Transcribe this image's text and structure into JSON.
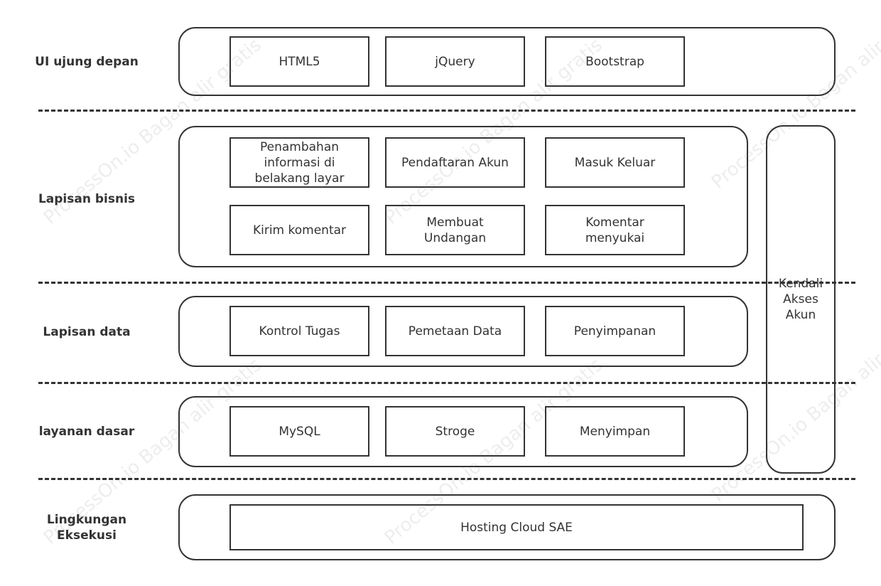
{
  "layers": {
    "ui": "UI ujung depan",
    "business": "Lapisan bisnis",
    "data": "Lapisan data",
    "base": "layanan dasar",
    "runtime": "Lingkungan\nEksekusi"
  },
  "ui_layer": {
    "html5": "HTML5",
    "jquery": "jQuery",
    "bootstrap": "Bootstrap"
  },
  "business_layer": {
    "backend_info": "Penambahan\ninformasi di\nbelakang layar",
    "registration": "Pendaftaran Akun",
    "login_logout": "Masuk Keluar",
    "send_comment": "Kirim komentar",
    "create_invite": "Membuat\nUndangan",
    "like_comment": "Komentar\nmenyukai"
  },
  "data_layer": {
    "task_control": "Kontrol Tugas",
    "data_mapping": "Pemetaan Data",
    "storage": "Penyimpanan"
  },
  "base_layer": {
    "mysql": "MySQL",
    "stroge": "Stroge",
    "save": "Menyimpan"
  },
  "runtime_layer": {
    "hosting": "Hosting Cloud SAE"
  },
  "side_panel": {
    "access_control": "Kendali\nAkses\nAkun"
  },
  "watermark": "ProcessOn.io Bagan alir gratis"
}
